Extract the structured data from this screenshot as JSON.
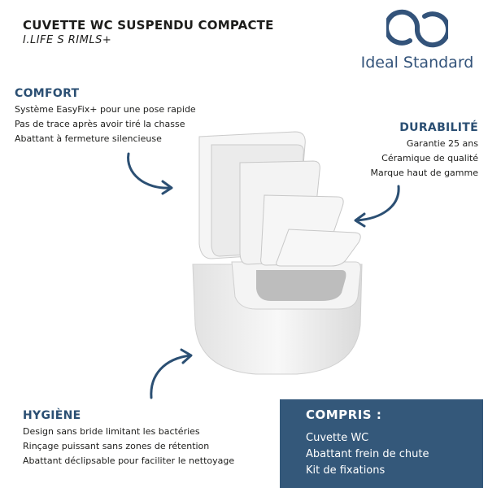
{
  "header": {
    "title": "CUVETTE WC SUSPENDU COMPACTE",
    "subtitle": "I.LIFE S RIMLS+"
  },
  "brand": {
    "name": "Ideal Standard",
    "color": "#33537a"
  },
  "features": {
    "comfort": {
      "title": "COMFORT",
      "lines": [
        "Système EasyFix+ pour une pose rapide",
        "Pas de trace après avoir tiré la chasse",
        "Abattant à fermeture silencieuse"
      ]
    },
    "durability": {
      "title": "DURABILITÉ",
      "lines": [
        "Garantie 25 ans",
        "Céramique de qualité",
        "Marque haut de gamme"
      ]
    },
    "hygiene": {
      "title": "HYGIÈNE",
      "lines": [
        "Design sans bride limitant les bactéries",
        "Rinçage puissant sans zones de rétention",
        "Abattant déclipsable pour faciliter le nettoyage"
      ]
    }
  },
  "included": {
    "title": "COMPRIS :",
    "items": [
      "Cuvette WC",
      "Abattant frein de chute",
      "Kit de fixations"
    ]
  },
  "colors": {
    "accent": "#2b4f73",
    "box": "#34587a"
  },
  "icons": [
    "ideal-standard-logo-icon",
    "arrow-icon"
  ]
}
